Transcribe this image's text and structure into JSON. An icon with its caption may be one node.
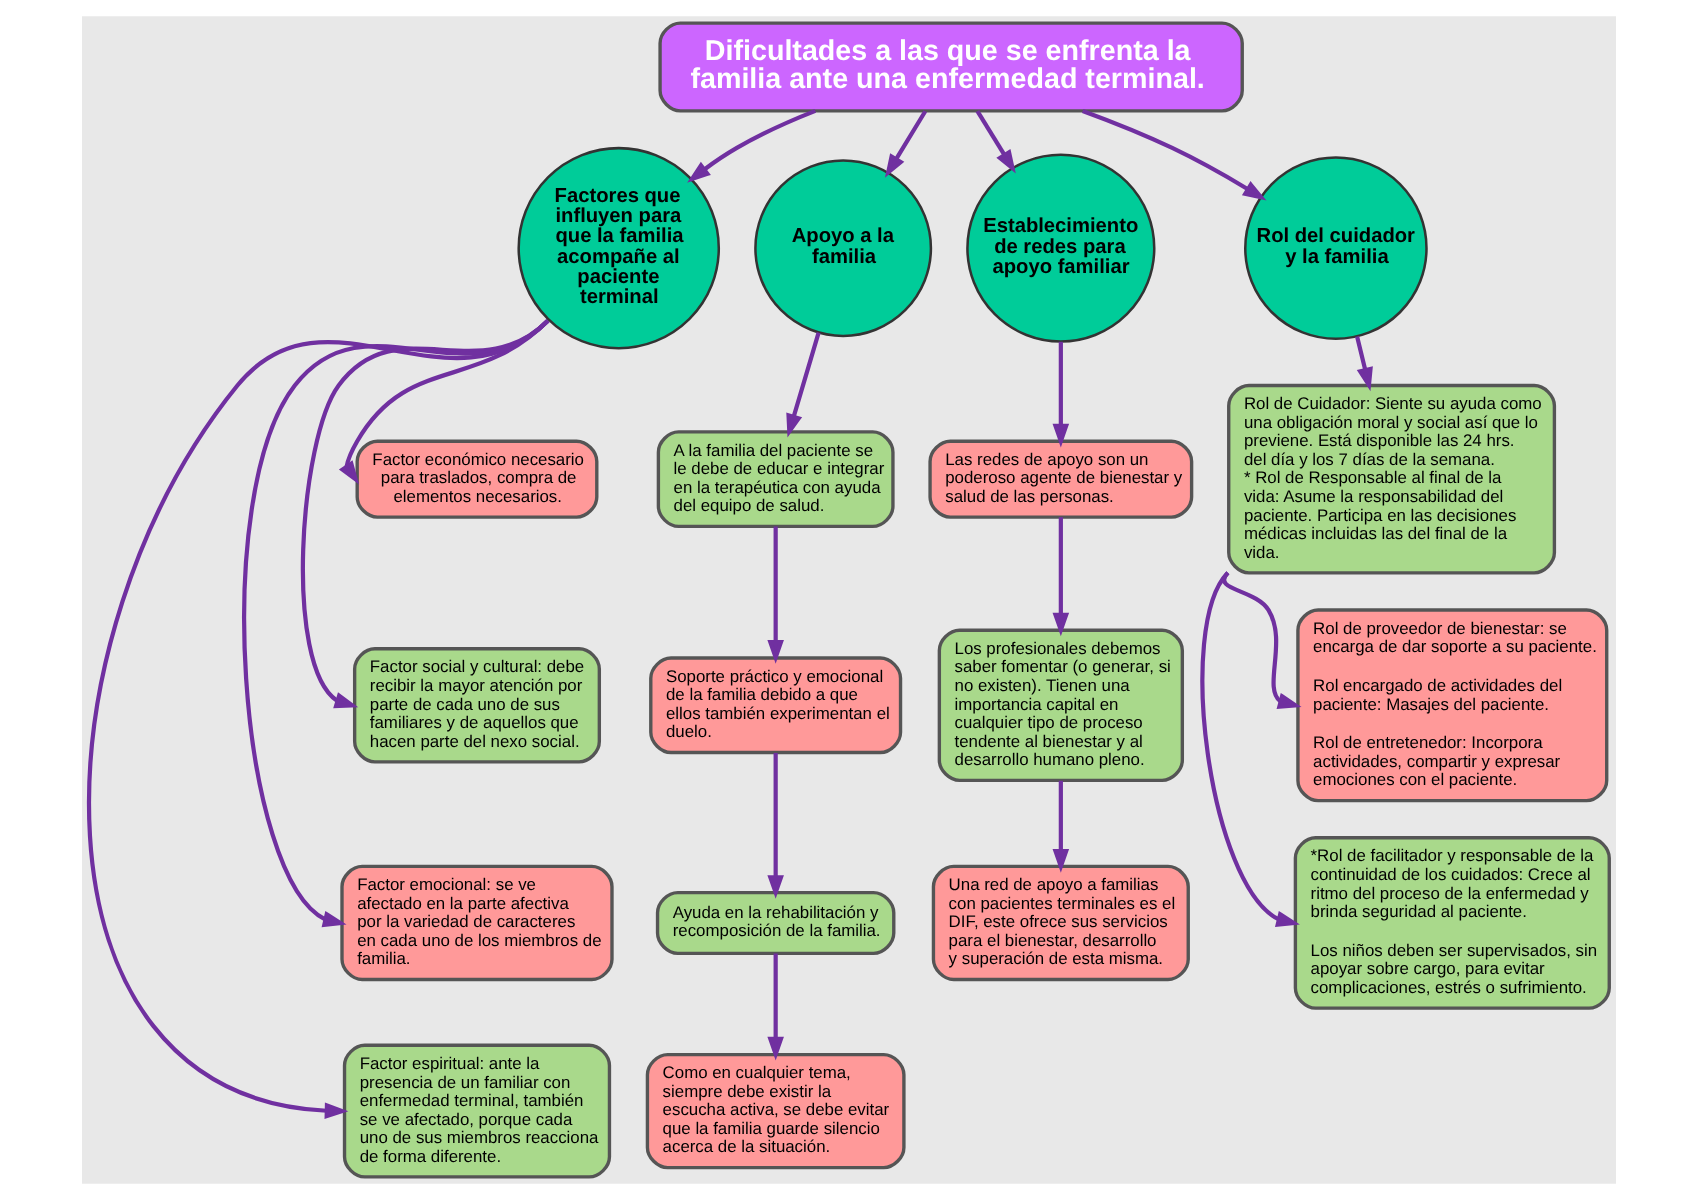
{
  "diagram": {
    "nodes": [
      {
        "text": [
          "Dificultades a las que se enfrenta la familia ante una enfermedad terminal."
        ]
      },
      {
        "text": [
          "Factores que influyen para que la familia acompañe al paciente terminal"
        ]
      },
      {
        "text": [
          "Factor económico necesario para traslados, compra de elementos necesarios."
        ]
      },
      {
        "text": [
          "Factor social y cultural: debe recibir la mayor atención por parte de cada uno de sus familiares y de aquellos que hacen parte del nexo social."
        ]
      },
      {
        "text": [
          "Factor emocional: se ve afectado en la parte afectiva por la variedad de caracteres en cada uno de los miembros de familia."
        ]
      },
      {
        "text": [
          "Factor espiritual: ante la presencia de un familiar con enfermedad terminal, también se ve afectado, porque cada uno de sus miembros reacciona de forma diferente."
        ]
      },
      {
        "text": [
          "Apoyo a la familia"
        ]
      },
      {
        "text": [
          "A la familia del paciente se le debe de educar e integrar en la terapéutica con ayuda del equipo de salud."
        ]
      },
      {
        "text": [
          "Soporte práctico y emocional de la familia debido a que ellos también experimentan el duelo."
        ]
      },
      {
        "text": [
          "Ayuda en la rehabilitación y recomposición de la familia."
        ]
      },
      {
        "text": [
          "Como en cualquier tema, siempre debe existir la escucha activa, se debe evitar que la familia guarde silencio acerca de la situación."
        ]
      },
      {
        "text": [
          "Establecimiento de redes para apoyo familiar"
        ]
      },
      {
        "text": [
          "Las redes de apoyo son un poderoso agente de bienestar y salud de las personas."
        ]
      },
      {
        "text": [
          "Los profesionales debemos saber fomentar (o generar, si no existen). Tienen una importancia capital en cualquier tipo de proceso tendente al bienestar y al desarrollo humano pleno."
        ]
      },
      {
        "text": [
          "Una red de apoyo a familias con pacientes terminales es el DIF, este ofrece sus servicios para el bienestar, desarrollo y superación de esta misma."
        ]
      },
      {
        "text": [
          "Rol del cuidador y la familia"
        ]
      },
      {
        "text": [
          "Rol de Cuidador: Siente su ayuda como una obligación moral y social así que lo previene. Está disponible las 24 hrs. del día y los 7 días de la semana.",
          "* Rol de Responsable al final de la vida: Asume la responsabilidad del paciente. Participa en las decisiones médicas incluidas las del final de la vida."
        ]
      },
      {
        "text": [
          "Rol de proveedor de bienestar: se encarga de dar soporte a su paciente.",
          "Rol encargado de actividades del paciente: Masajes del paciente.",
          "Rol de entretenedor: Incorpora actividades, compartir y expresar emociones con el paciente."
        ]
      },
      {
        "text": [
          "*Rol de facilitador y responsable de la continuidad de los cuidados: Crece al ritmo del proceso de la enfermedad y brinda seguridad al paciente.",
          "Los niños deben ser supervisados, sin apoyar sobre cargo, para evitar complicaciones, estrés o sufrimiento."
        ]
      }
    ],
    "edges": [
      {
        "from": 0,
        "to": 1,
        "arrow": "to"
      },
      {
        "from": 0,
        "to": 6,
        "arrow": "to"
      },
      {
        "from": 0,
        "to": 11,
        "arrow": "to"
      },
      {
        "from": 0,
        "to": 15,
        "arrow": "to"
      },
      {
        "from": 1,
        "to": 2,
        "arrow": "to"
      },
      {
        "from": 1,
        "to": 3,
        "arrow": "to"
      },
      {
        "from": 1,
        "to": 4,
        "arrow": "to"
      },
      {
        "from": 1,
        "to": 5,
        "arrow": "to"
      },
      {
        "from": 6,
        "to": 7,
        "arrow": "to"
      },
      {
        "from": 7,
        "to": 8,
        "arrow": "to"
      },
      {
        "from": 8,
        "to": 9,
        "arrow": "to"
      },
      {
        "from": 9,
        "to": 10,
        "arrow": "to"
      },
      {
        "from": 11,
        "to": 12,
        "arrow": "to"
      },
      {
        "from": 12,
        "to": 13,
        "arrow": "to"
      },
      {
        "from": 13,
        "to": 14,
        "arrow": "to"
      },
      {
        "from": 15,
        "to": 16,
        "arrow": "to"
      },
      {
        "from": 16,
        "to": 17,
        "arrow": "to"
      },
      {
        "from": 16,
        "to": 18,
        "arrow": "to"
      }
    ]
  }
}
